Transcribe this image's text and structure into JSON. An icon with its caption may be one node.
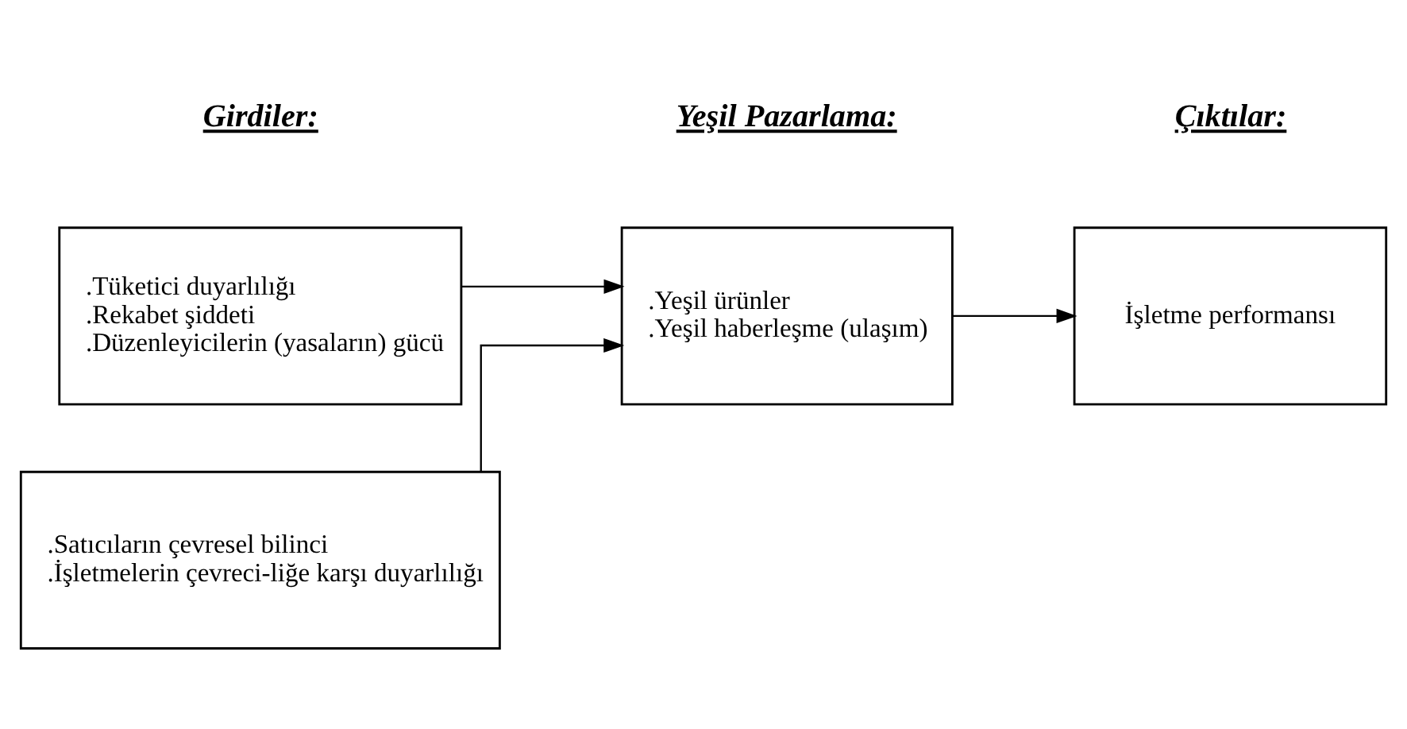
{
  "diagram": {
    "nodes": [
      {
        "text": [
          ".Tüketici duyarlılığı",
          ".Rekabet şiddeti",
          ".Düzenleyicilerin (yasaların) gücü"
        ]
      },
      {
        "text": [
          ".Satıcıların çevresel bilinci",
          ".İşletmelerin çevreci-liğe karşı duyarlılığı"
        ]
      },
      {
        "text": [
          ".Yeşil ürünler",
          ".Yeşil haberleşme (ulaşım)"
        ]
      },
      {
        "text": [
          "İşletme performansı"
        ]
      }
    ],
    "edges": [
      {
        "from": 0,
        "to": 2,
        "arrow": "to"
      },
      {
        "from": 1,
        "to": 2,
        "arrow": "to"
      },
      {
        "from": 2,
        "to": 3,
        "arrow": "to"
      }
    ],
    "labels": [
      "Girdiler:",
      "Yeşil Pazarlama:",
      "Çıktılar:"
    ]
  }
}
